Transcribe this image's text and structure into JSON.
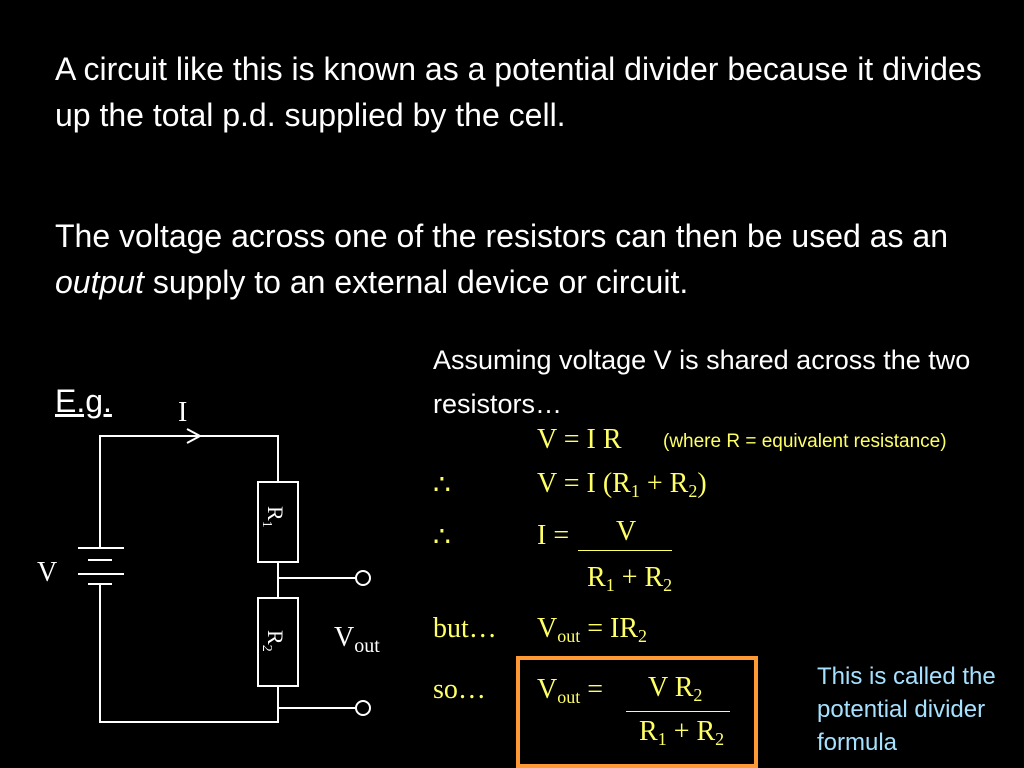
{
  "intro": {
    "para1": "A circuit like this is known as a potential divider because it divides up the total p.d. supplied by the cell.",
    "para2_before": "The voltage across one of the resistors can then be used as an ",
    "para2_em": "output",
    "para2_after": " supply to an external device or circuit."
  },
  "example_label": "E.g.",
  "circuit": {
    "current_label": "I",
    "voltage_label": "V",
    "r1_label": "R",
    "r1_sub": "1",
    "r2_label": "R",
    "r2_sub": "2",
    "vout_label": "V",
    "vout_sub": "out"
  },
  "derivation": {
    "intro": "Assuming voltage V is shared across the two resistors…",
    "eq1": "V = I R",
    "eq1_note": "(where R = equivalent resistance)",
    "therefore": "∴",
    "eq2_pre": "V = I (R",
    "eq2_s1": "1",
    "eq2_mid": " + R",
    "eq2_s2": "2",
    "eq2_post": ")",
    "eq3_lhs": "I = ",
    "eq3_num": "V",
    "eq3_den_a": "R",
    "eq3_den_s1": "1",
    "eq3_den_b": " + R",
    "eq3_den_s2": "2",
    "but": "but…",
    "eq4_a": "V",
    "eq4_sub": "out",
    "eq4_b": " = IR",
    "eq4_s2": "2",
    "so": "so…",
    "eq5_a": "V",
    "eq5_sub": "out",
    "eq5_eq": " = ",
    "eq5_num_a": "V R",
    "eq5_num_s": "2",
    "eq5_den_a": "R",
    "eq5_den_s1": "1",
    "eq5_den_b": " + R",
    "eq5_den_s2": "2"
  },
  "formula_note": "This is called the potential divider formula",
  "colors": {
    "background": "#000000",
    "text": "#ffffff",
    "equation": "#ffff66",
    "box": "#ff9933",
    "note": "#a6e1ff"
  }
}
